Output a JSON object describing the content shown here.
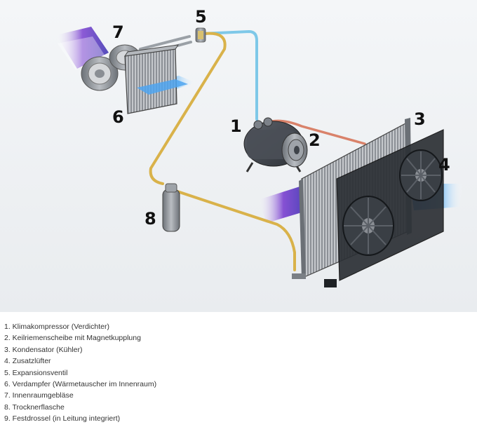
{
  "diagram": {
    "callouts": [
      "1",
      "2",
      "3",
      "4",
      "5",
      "6",
      "7",
      "8"
    ]
  },
  "legend": [
    "1. Klimakompressor (Verdichter)",
    "2. Keilriemenscheibe mit Magnetkupplung",
    "3. Kondensator (Kühler)",
    "4. Zusatzlüfter",
    "5. Expansionsventil",
    "6. Verdampfer (Wärmetauscher im Innenraum)",
    "7. Innenraumgebläse",
    "8. Trocknerflasche",
    "9. Festdrossel (in Leitung integriert)"
  ],
  "colors": {
    "pipe_high_pressure": "#d9b24a",
    "pipe_low_pressure": "#7ec8e8",
    "pipe_hot": "#d9826a",
    "airflow_cold": "#3a8fe0",
    "airflow_warm": "#6a3fc4",
    "component_gray": "#8a8e94"
  }
}
